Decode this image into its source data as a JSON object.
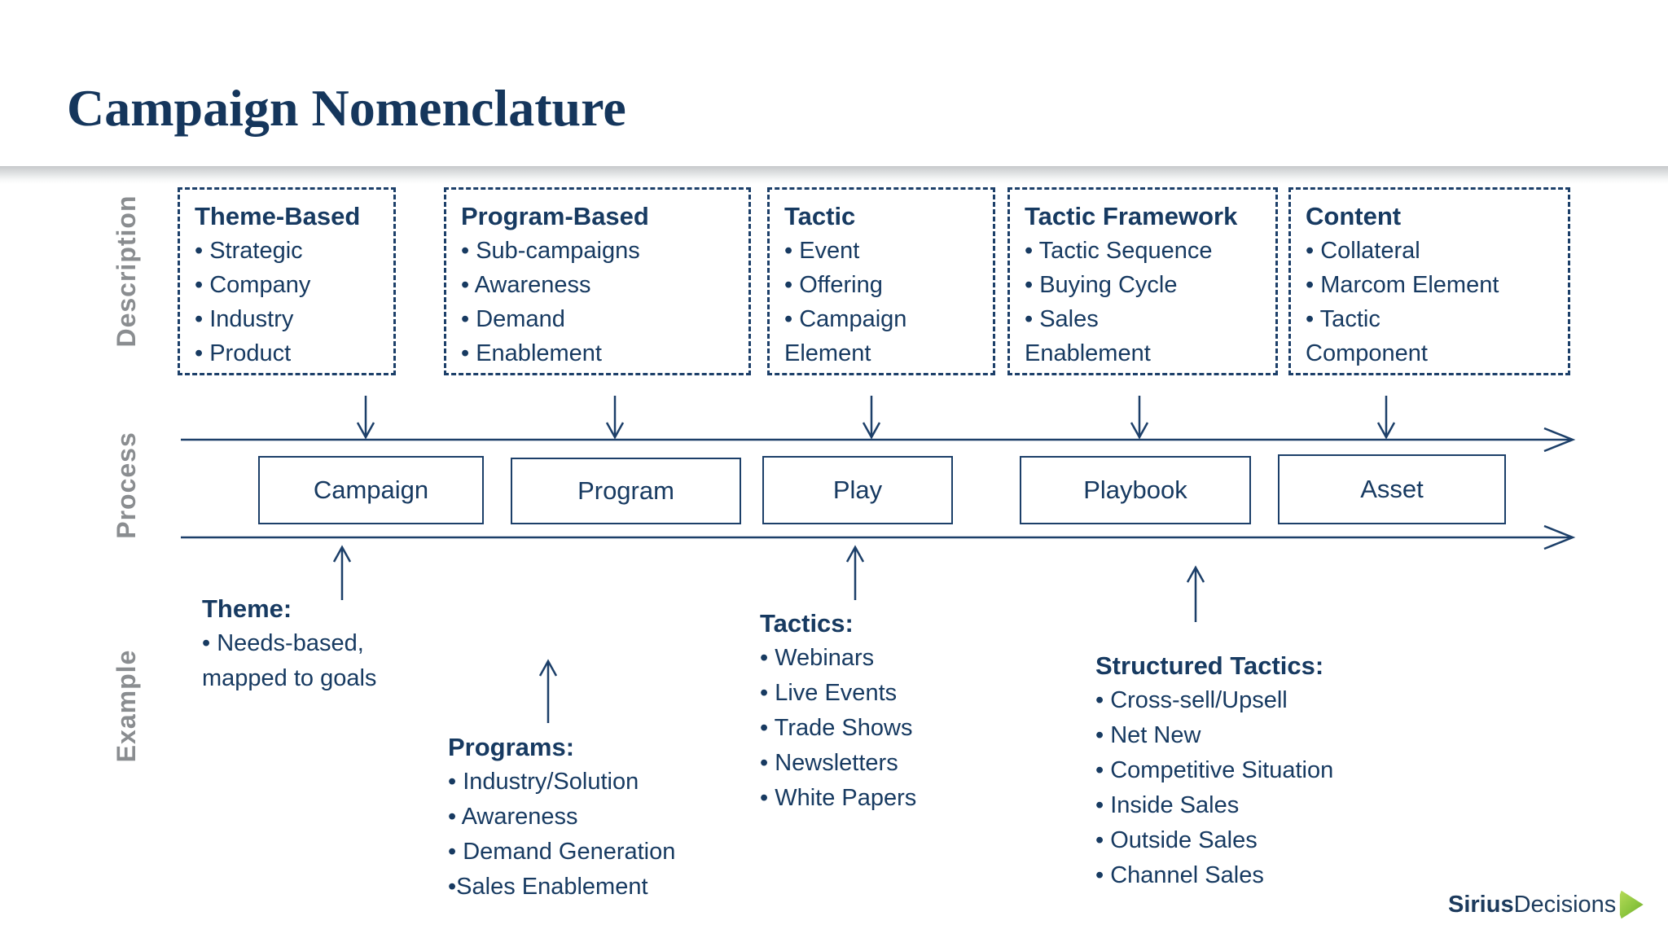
{
  "title": "Campaign Nomenclature",
  "colors": {
    "text_navy": "#173a61",
    "border_navy": "#1c3f69",
    "row_label_gray": "#8a8d90",
    "divider_gray": "#c7c9cb",
    "logo_green": "#8dc63f",
    "background": "#ffffff"
  },
  "row_labels": {
    "description": "Description",
    "process": "Process",
    "example": "Example"
  },
  "description_boxes": [
    {
      "title": "Theme-Based",
      "lines": [
        "• Strategic",
        "• Company",
        "• Industry",
        "• Product"
      ]
    },
    {
      "title": "Program-Based",
      "lines": [
        "• Sub-campaigns",
        "• Awareness",
        "• Demand",
        "• Enablement"
      ]
    },
    {
      "title": "Tactic",
      "lines": [
        "• Event",
        "• Offering",
        "• Campaign",
        "Element"
      ]
    },
    {
      "title": "Tactic Framework",
      "lines": [
        "• Tactic Sequence",
        "• Buying Cycle",
        "•  Sales",
        "Enablement"
      ]
    },
    {
      "title": "Content",
      "lines": [
        "• Collateral",
        "• Marcom Element",
        "•  Tactic",
        "Component"
      ]
    }
  ],
  "process_boxes": [
    {
      "label": "Campaign"
    },
    {
      "label": "Program"
    },
    {
      "label": "Play"
    },
    {
      "label": "Playbook"
    },
    {
      "label": "Asset"
    }
  ],
  "example_blocks": [
    {
      "title": "Theme:",
      "lines": [
        "• Needs-based,",
        "mapped to goals"
      ]
    },
    {
      "title": "Programs:",
      "lines": [
        "• Industry/Solution",
        "• Awareness",
        "• Demand Generation",
        "•Sales Enablement"
      ]
    },
    {
      "title": "Tactics:",
      "lines": [
        "• Webinars",
        "• Live Events",
        "• Trade Shows",
        "• Newsletters",
        "• White Papers"
      ]
    },
    {
      "title": "Structured Tactics:",
      "lines": [
        "• Cross-sell/Upsell",
        "• Net New",
        "• Competitive Situation",
        "• Inside Sales",
        "• Outside Sales",
        "• Channel Sales"
      ]
    }
  ],
  "logo": {
    "bold_part": "Sirius",
    "regular_part": "Decisions",
    "icon": "green-play-triangle-icon"
  }
}
